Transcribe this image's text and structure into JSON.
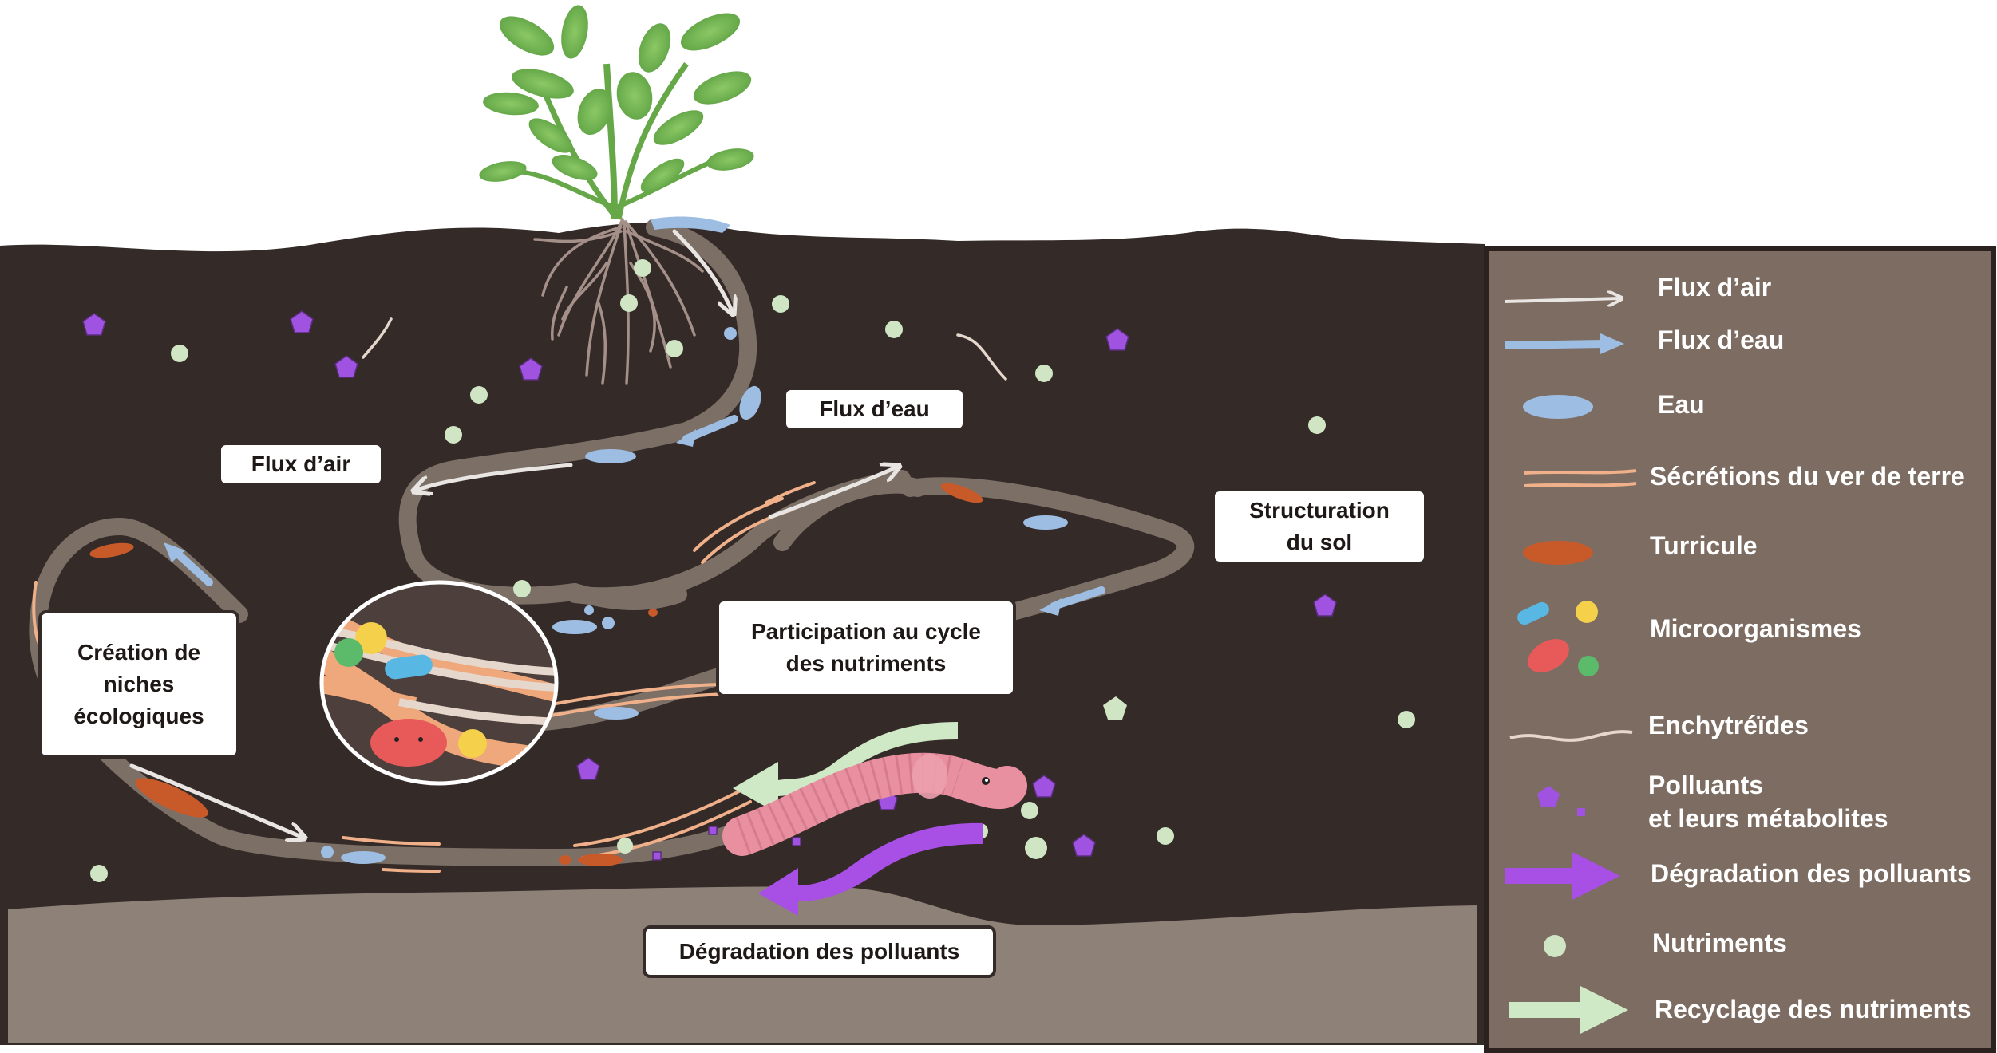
{
  "labels": {
    "flux_air": "Flux d’air",
    "flux_eau": "Flux d’eau",
    "structuration": [
      "Structuration",
      "du sol"
    ],
    "niches": [
      "Création de",
      "niches",
      "écologiques"
    ],
    "cycle": [
      "Participation au cycle",
      "des nutriments"
    ],
    "degradation": "Dégradation des polluants"
  },
  "legend": [
    {
      "icon": "air-flow-arrow-icon",
      "label": "Flux d’air"
    },
    {
      "icon": "water-flow-arrow-icon",
      "label": "Flux d’eau"
    },
    {
      "icon": "water-blob-icon",
      "label": "Eau"
    },
    {
      "icon": "earthworm-secretion-icon",
      "label": "Sécrétions du ver de terre"
    },
    {
      "icon": "cast-icon",
      "label": "Turricule"
    },
    {
      "icon": "microorganisms-icon",
      "label": "Microorganismes"
    },
    {
      "icon": "enchytraeid-icon",
      "label": "Enchytréïdes"
    },
    {
      "icon": "pollutant-icon",
      "label": "Polluants\net leurs métabolites"
    },
    {
      "icon": "pollutant-degradation-arrow-icon",
      "label": "Dégradation des polluants"
    },
    {
      "icon": "nutrient-icon",
      "label": "Nutriments"
    },
    {
      "icon": "nutrient-recycling-arrow-icon",
      "label": "Recyclage des nutriments"
    }
  ],
  "colors": {
    "soil": "#342a28",
    "subsoil": "#8e8178",
    "legend_bg": "#7d6c61",
    "burrow": "#7b6f66",
    "water": "#9dbde2",
    "air": "#e8e5e3",
    "secretion": "#f0b08a",
    "cast": "#c85a2a",
    "nutrient": "#cfe5c3",
    "pollutant": "#a052e0",
    "degradation": "#a84fe6",
    "recycling": "#cfe8c6",
    "leaf": "#6fb24f",
    "worm": "#e88fa0"
  }
}
